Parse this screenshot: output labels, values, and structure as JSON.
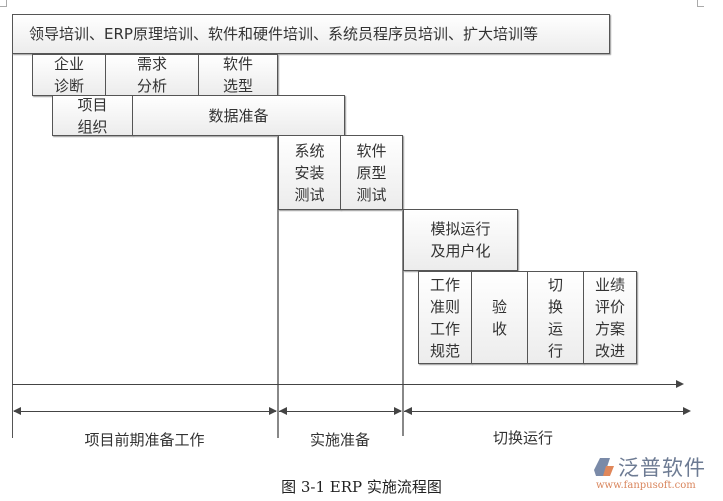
{
  "diagram": {
    "type": "flowchart-gantt",
    "top_banner": "领导培训、ERP原理培训、软件和硬件培训、系统员程序员培训、扩大培训等",
    "row1": [
      {
        "label": "企业\n诊断"
      },
      {
        "label": "需求\n分析"
      },
      {
        "label": "软件\n选型"
      }
    ],
    "row2": [
      {
        "label": "项目\n组织"
      },
      {
        "label": "数据准备"
      }
    ],
    "row3": [
      {
        "label": "系统\n安装\n测试"
      },
      {
        "label": "软件\n原型\n测试"
      }
    ],
    "row4": [
      {
        "label": "模拟运行\n及用户化"
      }
    ],
    "row5": [
      {
        "label": "工作\n准则\n工作\n规范"
      },
      {
        "label": "验\n收"
      },
      {
        "label": "切\n换\n运\n行"
      },
      {
        "label": "业绩\n评价\n方案\n改进"
      }
    ],
    "phases": [
      {
        "label": "项目前期准备工作"
      },
      {
        "label": "实施准备"
      },
      {
        "label": "切换运行"
      }
    ],
    "caption": "图 3-1 ERP 实施流程图"
  },
  "watermark": {
    "name": "泛普软件",
    "url": "www.fanpusoft.com",
    "colors": {
      "name": "#6d7b93",
      "url": "#d9855c",
      "icon_left": "#7a8aa8",
      "icon_right": "#e0875a"
    }
  }
}
